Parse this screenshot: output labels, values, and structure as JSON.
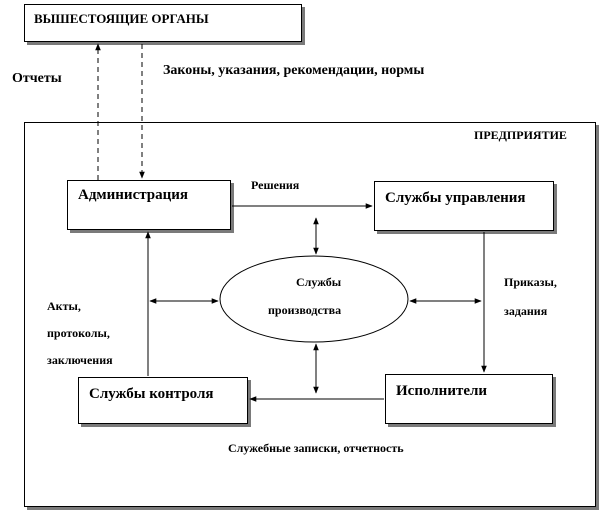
{
  "higher_bodies": "ВЫШЕСТОЯЩИЕ ОРГАНЫ",
  "reports": "Отчеты",
  "laws": "Законы, указания, рекомендации, нормы",
  "enterprise": "ПРЕДПРИЯТИЕ",
  "administration": "Администрация",
  "decisions": "Решения",
  "management_services": "Службы управления",
  "production_services": {
    "line1": "Службы",
    "line2": "производства"
  },
  "orders": {
    "line1": "Приказы,",
    "line2": "задания"
  },
  "acts": {
    "line1": "Акты,",
    "line2": "протоколы,",
    "line3": "заключения"
  },
  "control_services": "Службы контроля",
  "executors": "Исполнители",
  "memos": "Служебные записки, отчетность"
}
